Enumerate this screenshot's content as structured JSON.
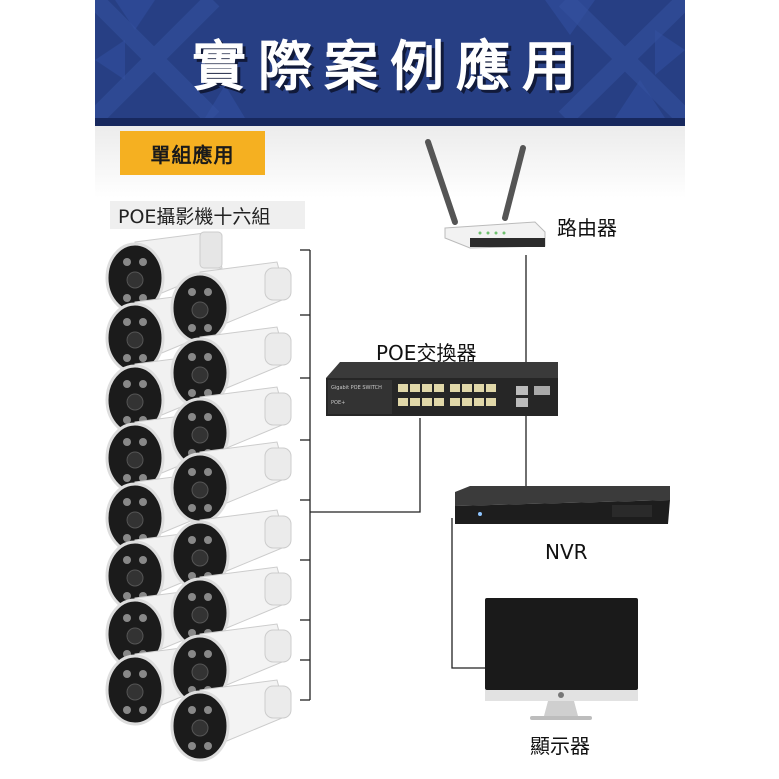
{
  "header": {
    "title": "實際案例應用"
  },
  "section": {
    "badge": "單組應用",
    "camera_group_label": "POE攝影機十六組"
  },
  "devices": {
    "router": "路由器",
    "switch": "POE交換器",
    "nvr": "NVR",
    "monitor": "顯示器"
  },
  "colors": {
    "banner": "#273f84",
    "badge": "#f5b021",
    "wire": "#222222"
  },
  "camera_count": 16
}
